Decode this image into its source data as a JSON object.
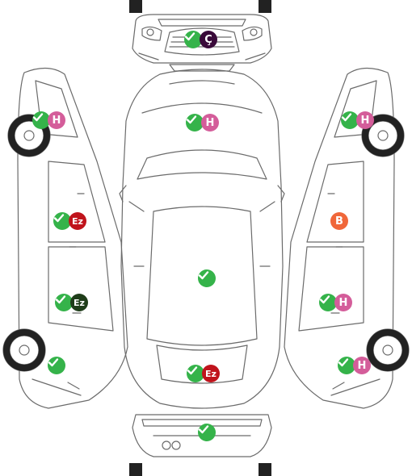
{
  "diagram": {
    "colors": {
      "ok": "#35b34a",
      "H": "#d45d9a",
      "Ç": "#3a0a3a",
      "Ez": "#c0141c",
      "Ez-dark": "#1f3d1a",
      "B": "#f0673a",
      "outline": "#6b6b6b"
    },
    "markers": [
      {
        "id": "front-bumper",
        "check": true,
        "badge": "Ç",
        "tone": "Ç"
      },
      {
        "id": "hood",
        "check": true,
        "badge": "H",
        "tone": "H"
      },
      {
        "id": "left-front-fender",
        "check": true,
        "badge": "H",
        "tone": "H"
      },
      {
        "id": "right-front-fender",
        "check": true,
        "badge": "H",
        "tone": "H"
      },
      {
        "id": "left-front-door",
        "check": true,
        "badge": "Ez",
        "tone": "Ez"
      },
      {
        "id": "right-front-door",
        "check": false,
        "badge": "B",
        "tone": "B"
      },
      {
        "id": "roof",
        "check": true,
        "badge": "",
        "tone": ""
      },
      {
        "id": "left-rear-door",
        "check": true,
        "badge": "Ez",
        "tone": "Ez-dark"
      },
      {
        "id": "right-rear-door",
        "check": true,
        "badge": "H",
        "tone": "H"
      },
      {
        "id": "left-rear-fender",
        "check": true,
        "badge": "",
        "tone": ""
      },
      {
        "id": "right-rear-fender",
        "check": true,
        "badge": "H",
        "tone": "H"
      },
      {
        "id": "trunk",
        "check": true,
        "badge": "Ez",
        "tone": "Ez"
      },
      {
        "id": "rear-bumper",
        "check": true,
        "badge": "",
        "tone": ""
      }
    ]
  }
}
